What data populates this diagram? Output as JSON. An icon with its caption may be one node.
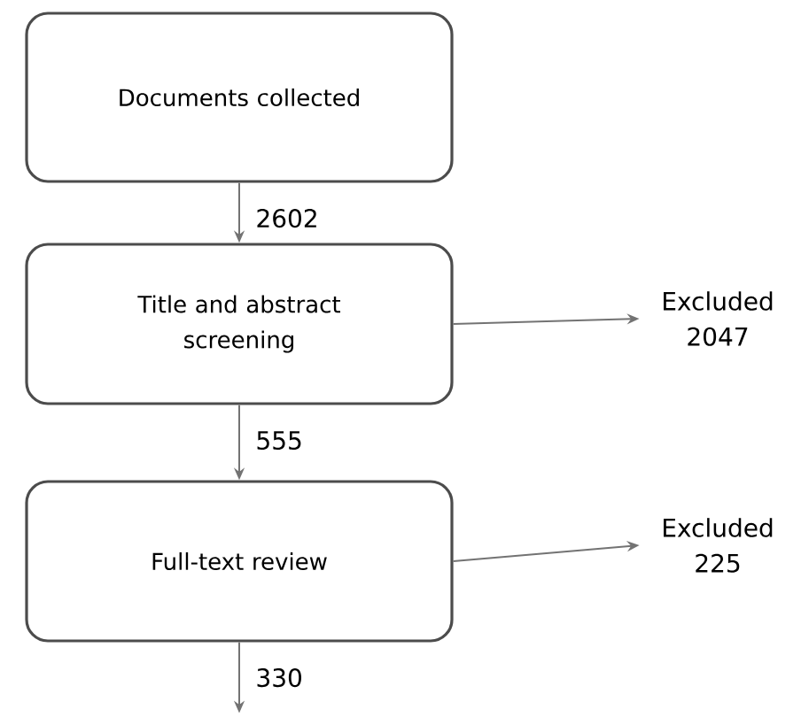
{
  "diagram": {
    "nodes": [
      {
        "text": [
          "Documents collected"
        ]
      },
      {
        "text": [
          "Title and abstract screening"
        ]
      },
      {
        "text": [
          "Full-text review"
        ]
      },
      {
        "text": [
          "Excluded 2047"
        ]
      },
      {
        "text": [
          "Excluded 225"
        ]
      }
    ],
    "edges": [
      {
        "from": 0,
        "to": 1,
        "arrow": "to",
        "label": "2602"
      },
      {
        "from": 1,
        "to": 3,
        "arrow": "to"
      },
      {
        "from": 1,
        "to": 2,
        "arrow": "to",
        "label": "555"
      },
      {
        "from": 2,
        "to": 4,
        "arrow": "to"
      },
      {
        "from": 2,
        "to": null,
        "arrow": "to",
        "label": "330"
      }
    ]
  }
}
